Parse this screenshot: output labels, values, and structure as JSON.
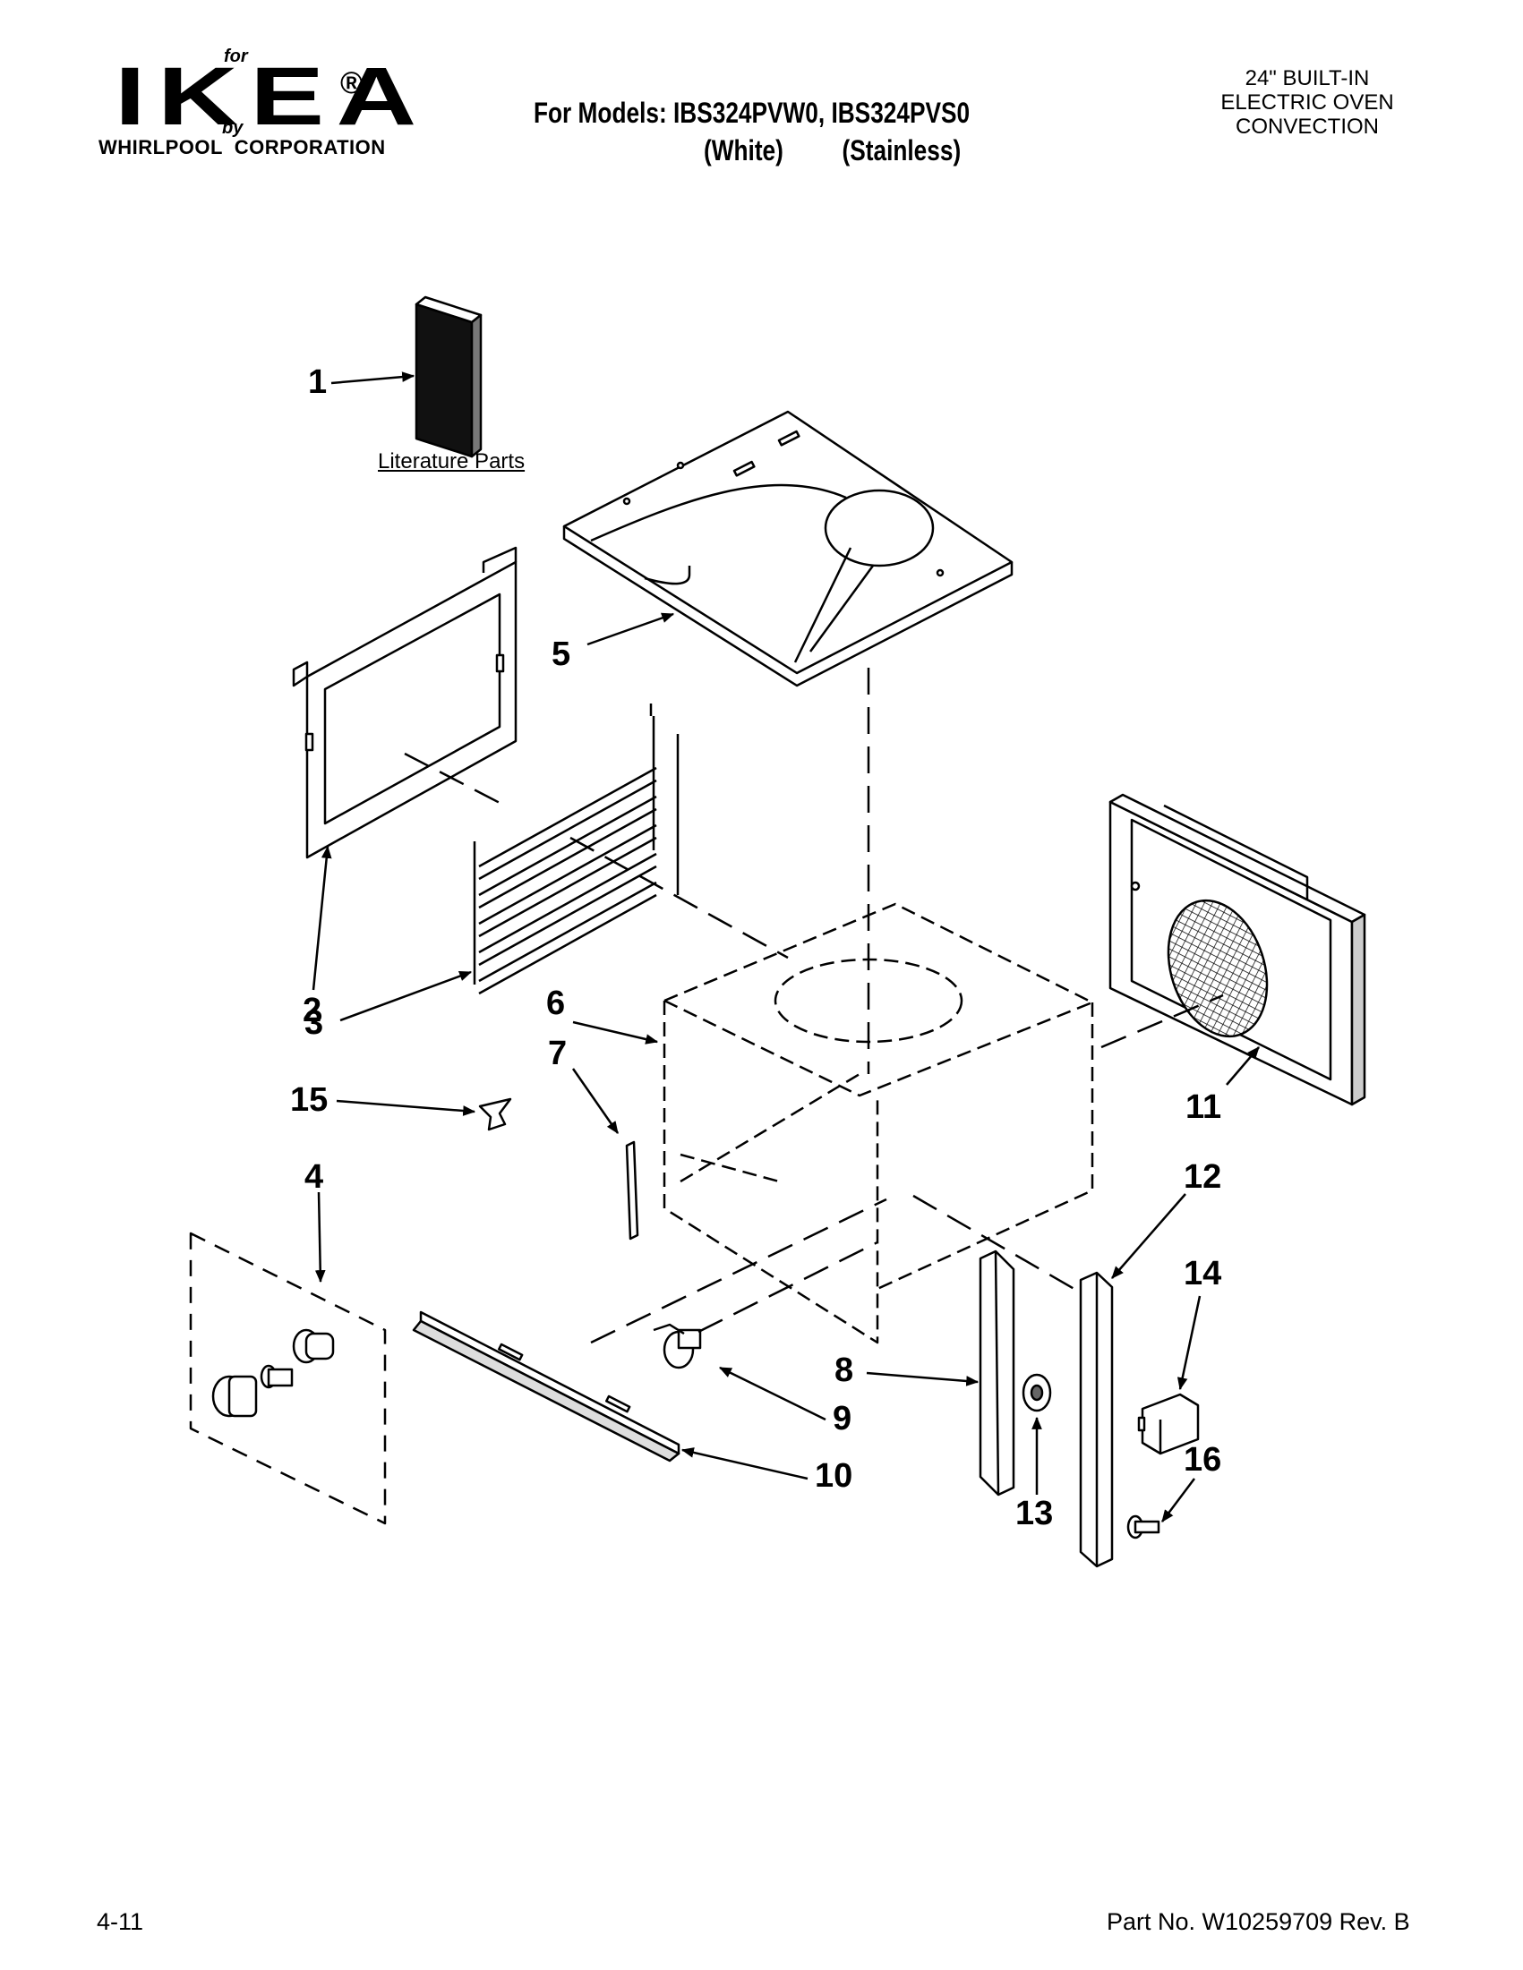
{
  "header": {
    "logo": {
      "for": "for",
      "word": "IKEA",
      "registered": "®",
      "by": "by",
      "corporation": "WHIRLPOOL  CORPORATION"
    },
    "models_line": "For Models: IBS324PVW0, IBS324PVS0",
    "variants_line": "(White)         (Stainless)",
    "product": [
      "24\" BUILT-IN",
      "ELECTRIC OVEN",
      "CONVECTION"
    ]
  },
  "literature_label": "Literature Parts",
  "callouts": [
    "1",
    "2",
    "3",
    "4",
    "5",
    "6",
    "7",
    "8",
    "9",
    "10",
    "11",
    "12",
    "13",
    "14",
    "15",
    "16"
  ],
  "footer": {
    "page": "4-11",
    "part_number": "Part No. W10259709 Rev. B"
  }
}
